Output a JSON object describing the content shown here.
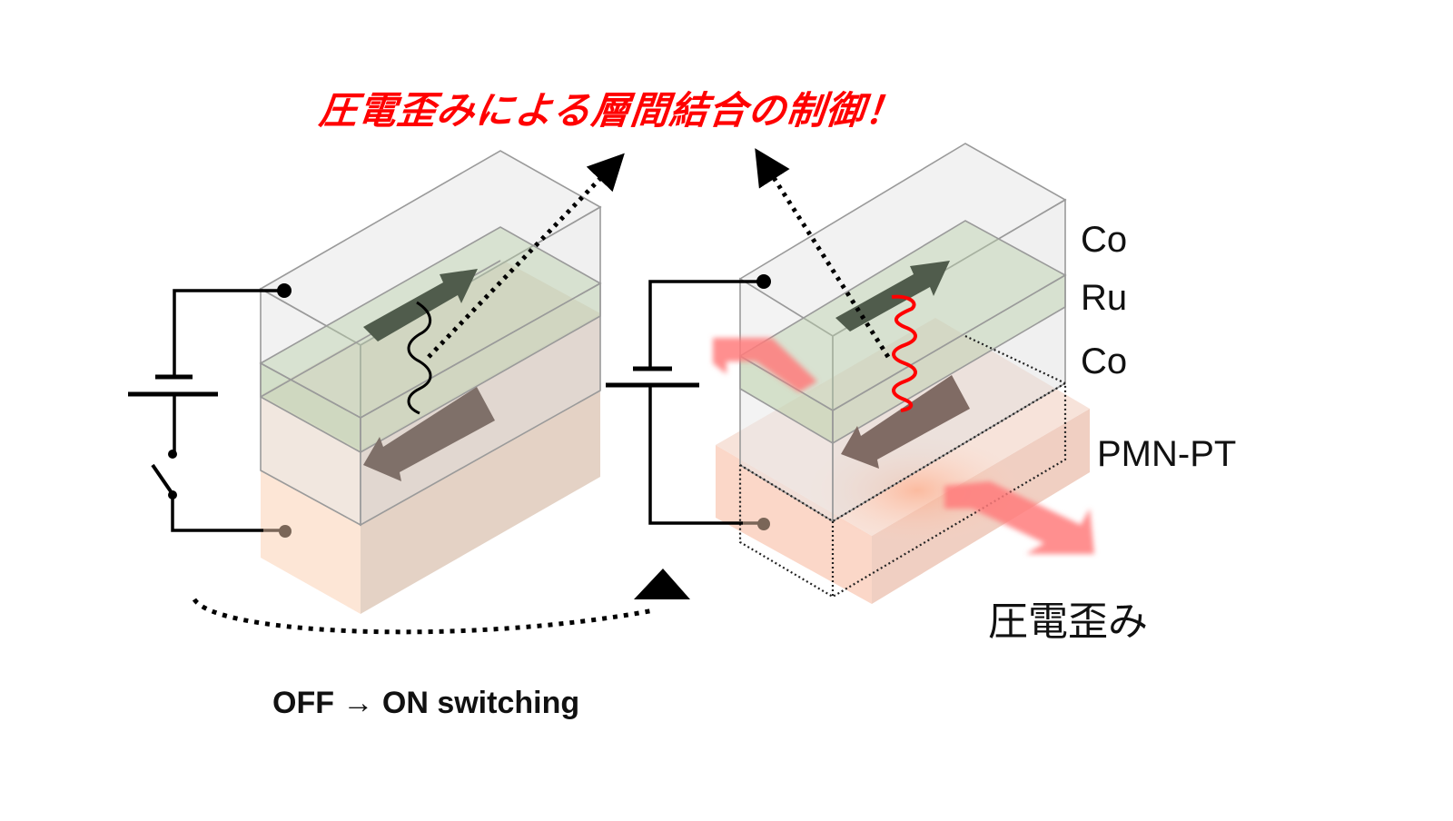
{
  "title": "圧電歪みによる層間結合の制御！",
  "layers": {
    "top": "Co",
    "middle": "Ru",
    "bottom": "Co",
    "substrate": "PMN-PT"
  },
  "strain_label": "圧電歪み",
  "switch_label": "OFF → ON switching",
  "states": [
    {
      "name": "off",
      "switch": "open",
      "coupling_wave": "weak"
    },
    {
      "name": "on",
      "switch": "closed",
      "coupling_wave": "strong"
    }
  ],
  "colors": {
    "title": "#ff0000",
    "co_layer": "#dcdcdc",
    "ru_layer": "#b8cca8",
    "pmnpt": "#f6d8c4",
    "coupling_on": "#ff0000",
    "coupling_off": "#000000",
    "strain_arrow": "#ff8080"
  }
}
